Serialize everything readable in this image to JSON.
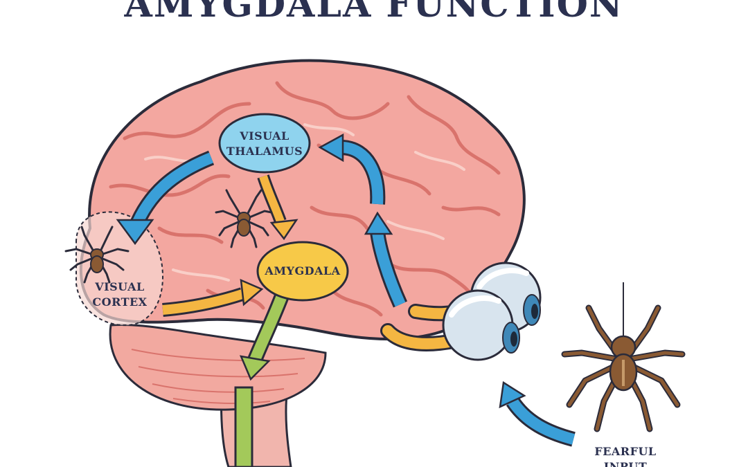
{
  "title": "AMYGDALA FUNCTION",
  "labels": {
    "visual_thalamus": [
      "VISUAL",
      "THALAMUS"
    ],
    "amygdala": "AMYGDALA",
    "visual_cortex": [
      "VISUAL",
      "CORTEX"
    ],
    "fearful_input": [
      "FEARFUL",
      "INPUT"
    ]
  },
  "colors": {
    "brain": "#f3a7a0",
    "brain_outline": "#2b2b3a",
    "brain_fold": "#d9736c",
    "brain_highlight": "#f9cfc8",
    "thalamus": "#8fd3ee",
    "amygdala": "#f7c948",
    "blue_arrow": "#3a9fd8",
    "yellow_arrow": "#f4b642",
    "green_arrow": "#a3c95a",
    "spider": "#8a5a33",
    "eye": "#d8e4ee",
    "iris": "#3f88b8",
    "text": "#2b3150"
  },
  "icons": [
    "spider-icon",
    "eyeball-icon"
  ]
}
